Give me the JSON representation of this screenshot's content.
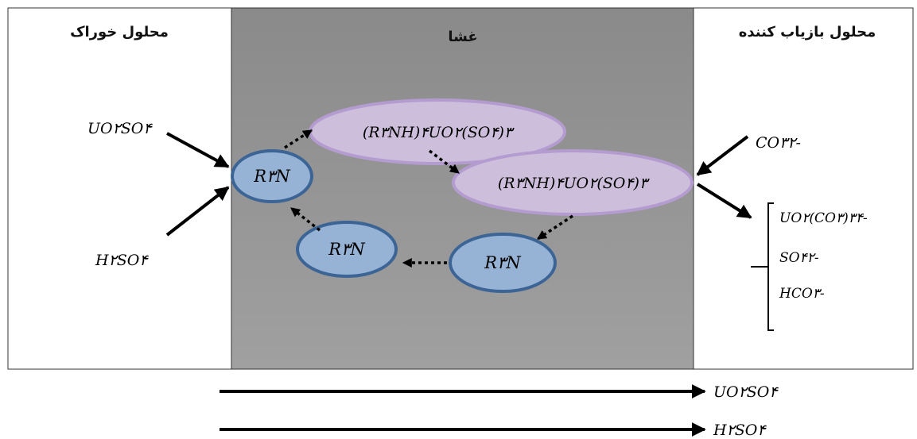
{
  "headers": {
    "feed": "محلول خوراک",
    "membrane": "غشا",
    "strip": "محلول بازیاب کننده"
  },
  "feed_species": {
    "top": "UO۲SO۴",
    "bottom": "H۲SO۴"
  },
  "carrier_nodes": {
    "left": "R۳N",
    "bottom_left": "R۳N",
    "bottom_right": "R۳N"
  },
  "complex_nodes": {
    "top": "(R۳NH)۴UO۲(SO۴)۳",
    "right": "(R۳NH)۴UO۲(SO۴)۳"
  },
  "strip_input": "CO۳۲-",
  "strip_products": [
    "UO۲(CO۳)۳۴-",
    "SO۴۲-",
    "HCO۳-"
  ],
  "transport_arrows": [
    "UO۲SO۴",
    "H۲SO۴"
  ],
  "colors": {
    "membrane_top": "#8a8a8a",
    "membrane_bottom": "#9c9c9c",
    "carrier_fill": "#96b3d6",
    "carrier_stroke": "#3c6596",
    "complex_fill": "#cdbfdc",
    "complex_stroke": "#b49cd0"
  }
}
